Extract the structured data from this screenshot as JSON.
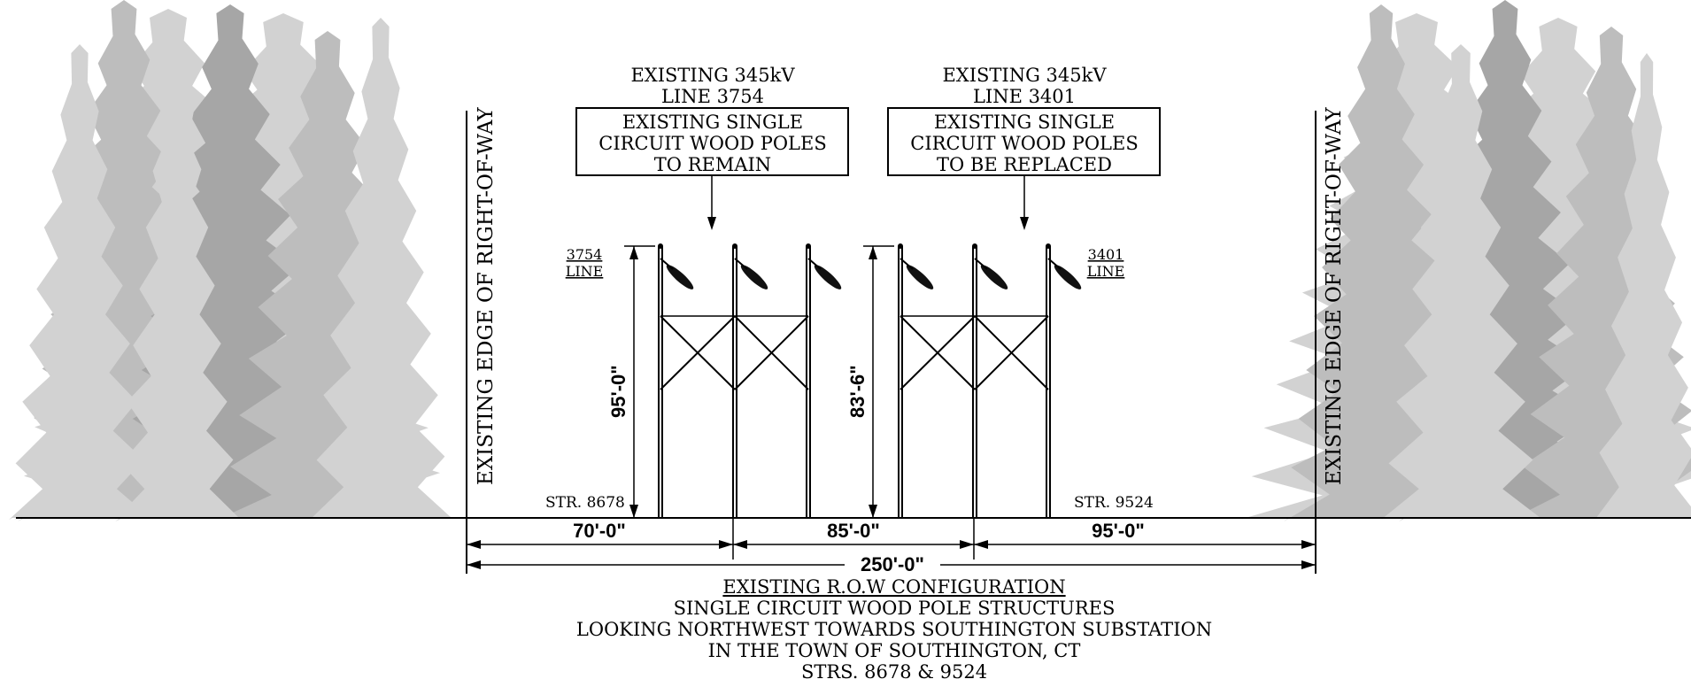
{
  "row_label_left": "EXISTING EDGE OF RIGHT-OF-WAY",
  "row_label_right": "EXISTING EDGE OF RIGHT-OF-WAY",
  "callout_left": {
    "header_line1": "EXISTING 345kV",
    "header_line2": "LINE 3754",
    "box_line1": "EXISTING SINGLE",
    "box_line2": "CIRCUIT WOOD POLES",
    "box_line3": "TO REMAIN"
  },
  "callout_right": {
    "header_line1": "EXISTING 345kV",
    "header_line2": "LINE 3401",
    "box_line1": "EXISTING SINGLE",
    "box_line2": "CIRCUIT WOOD POLES",
    "box_line3": "TO BE REPLACED"
  },
  "line_tag_left": {
    "number": "3754",
    "word": "LINE"
  },
  "line_tag_right": {
    "number": "3401",
    "word": "LINE"
  },
  "height_left": "95'-0\"",
  "height_right": "83'-6\"",
  "structure_left": "STR. 8678",
  "structure_right": "STR. 9524",
  "dimensions": {
    "left_segment": "70'-0\"",
    "middle_segment": "85'-0\"",
    "right_segment": "95'-0\"",
    "total": "250'-0\""
  },
  "caption": {
    "title": "EXISTING R.O.W CONFIGURATION",
    "line2": "SINGLE CIRCUIT WOOD POLE STRUCTURES",
    "line3": "LOOKING NORTHWEST TOWARDS SOUTHINGTON SUBSTATION",
    "line4": "IN THE TOWN OF SOUTHINGTON, CT",
    "line5": "STRS. 8678 & 9524"
  },
  "colors": {
    "tree_light": "#d2d2d2",
    "tree_mid": "#bdbdbd",
    "tree_dark": "#a6a6a6",
    "ink": "#000000"
  }
}
